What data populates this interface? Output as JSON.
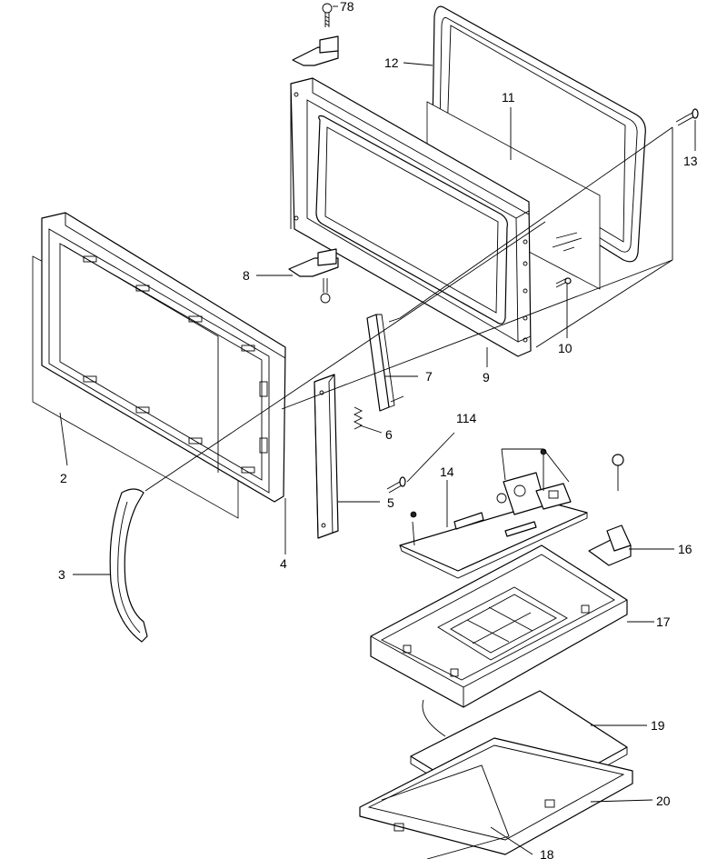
{
  "callouts": [
    {
      "id": "78"
    },
    {
      "id": "12"
    },
    {
      "id": "11"
    },
    {
      "id": "13"
    },
    {
      "id": "8"
    },
    {
      "id": "10"
    },
    {
      "id": "9"
    },
    {
      "id": "7"
    },
    {
      "id": "6"
    },
    {
      "id": "114"
    },
    {
      "id": "14"
    },
    {
      "id": "5"
    },
    {
      "id": "2"
    },
    {
      "id": "4"
    },
    {
      "id": "3"
    },
    {
      "id": "16"
    },
    {
      "id": "17"
    },
    {
      "id": "19"
    },
    {
      "id": "20"
    },
    {
      "id": "18"
    }
  ]
}
